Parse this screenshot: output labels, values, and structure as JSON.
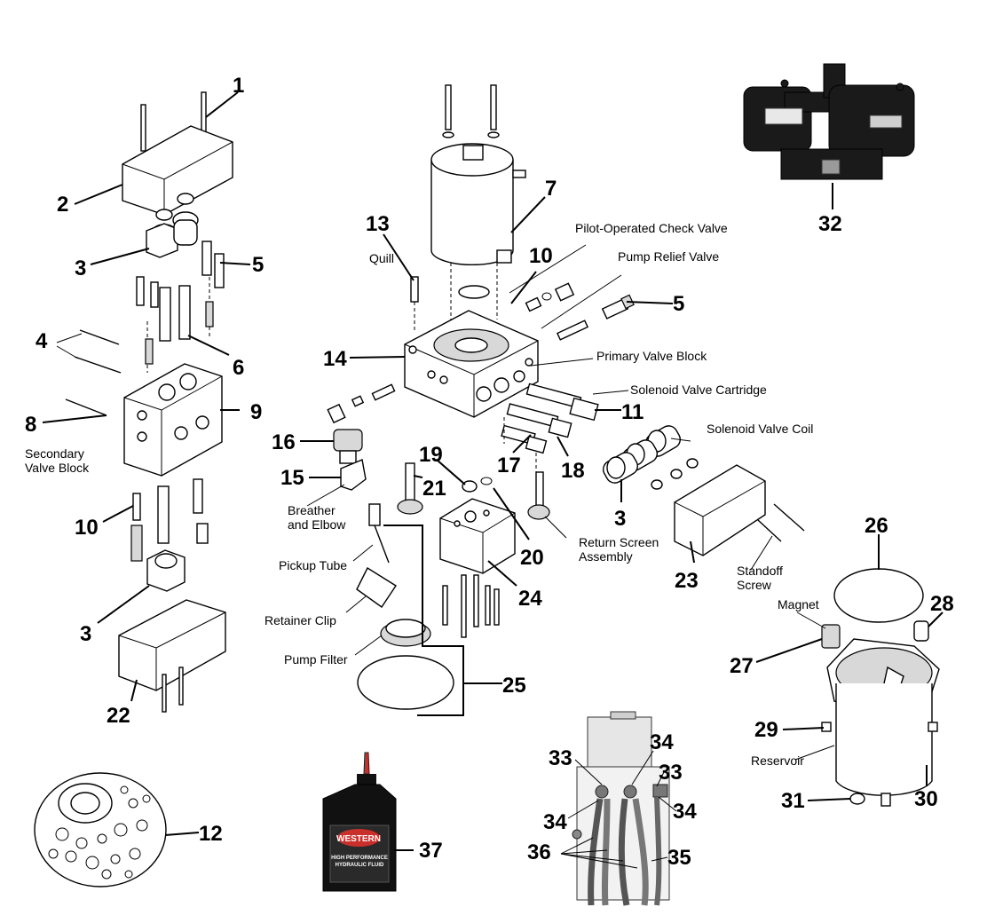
{
  "callouts": {
    "c1": "1",
    "c2": "2",
    "c3a": "3",
    "c5a": "5",
    "c4": "4",
    "c6": "6",
    "c8": "8",
    "c9": "9",
    "c10a": "10",
    "c3b": "3",
    "c22": "22",
    "c12": "12",
    "c13": "13",
    "c7": "7",
    "c10b": "10",
    "c5b": "5",
    "c14": "14",
    "c11": "11",
    "c16": "16",
    "c15": "15",
    "c19": "19",
    "c21": "21",
    "c17": "17",
    "c18": "18",
    "c20": "20",
    "c24": "24",
    "c25": "25",
    "c3c": "3",
    "c23": "23",
    "c37": "37",
    "c32": "32",
    "c26": "26",
    "c28": "28",
    "c27": "27",
    "c29": "29",
    "c30": "30",
    "c31": "31",
    "c33a": "33",
    "c34a": "34",
    "c33b": "33",
    "c34b": "34",
    "c34c": "34",
    "c36": "36",
    "c35": "35"
  },
  "labels": {
    "secondary_valve_block_1": "Secondary",
    "secondary_valve_block_2": "Valve Block",
    "quill": "Quill",
    "pilot_operated_check_valve": "Pilot-Operated Check Valve",
    "pump_relief_valve": "Pump Relief Valve",
    "primary_valve_block": "Primary Valve Block",
    "solenoid_valve_cartridge": "Solenoid Valve Cartridge",
    "solenoid_valve_coil": "Solenoid Valve Coil",
    "breather_1": "Breather",
    "breather_2": "and Elbow",
    "pickup_tube": "Pickup Tube",
    "retainer_clip": "Retainer Clip",
    "pump_filter": "Pump Filter",
    "return_screen_1": "Return Screen",
    "return_screen_2": "Assembly",
    "standoff_1": "Standoff",
    "standoff_2": "Screw",
    "magnet": "Magnet",
    "reservoir": "Reservoir"
  },
  "bottle": {
    "brand": "WESTERN",
    "line1": "HIGH PERFORMANCE",
    "line2": "HYDRAULIC FLUID"
  }
}
